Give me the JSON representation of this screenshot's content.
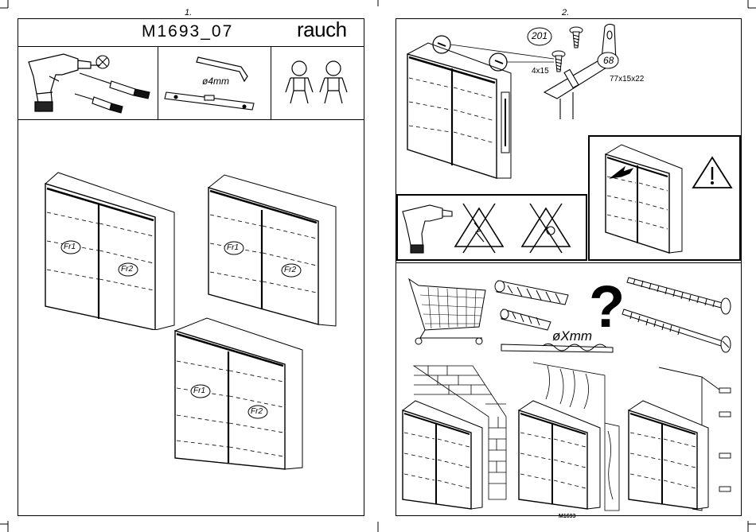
{
  "page_left": {
    "page_number": "1.",
    "model_code": "M1693_07",
    "brand": "rauch",
    "tool_size_label": "ø4mm",
    "door_labels": [
      "Fr1",
      "Fr2"
    ]
  },
  "page_right": {
    "page_number": "2.",
    "part_201": {
      "number": "201",
      "dims": "4x15"
    },
    "part_68": {
      "number": "68",
      "dims": "77x15x22"
    },
    "drill_label": "øXmm",
    "footer_code": "M1693"
  }
}
